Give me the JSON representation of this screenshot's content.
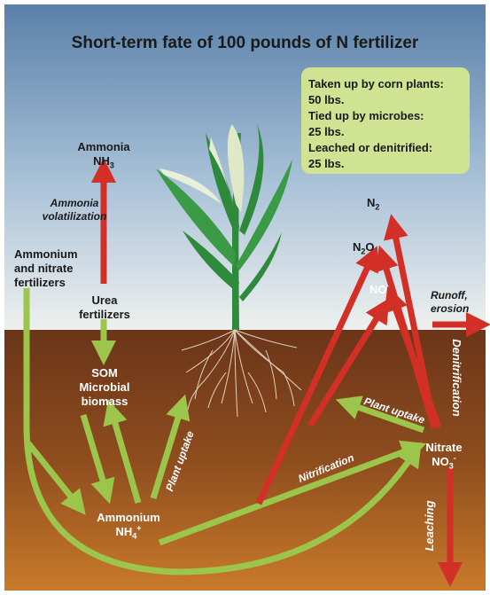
{
  "title": "Short-term fate of 100 pounds of N fertilizer",
  "summary": {
    "line1": "Taken up by corn plants:",
    "line2": "50 lbs.",
    "line3": "Tied up by microbes:",
    "line4": "25 lbs.",
    "line5": "Leached or denitrified:",
    "line6": "25 lbs."
  },
  "labels": {
    "ammonia": "Ammonia",
    "ammonia_formula": "NH",
    "ammonia_sub": "3",
    "ammonia_volatilization_1": "Ammonia",
    "ammonia_volatilization_2": "volatilization",
    "ammonium_nitrate_1": "Ammonium",
    "ammonium_nitrate_2": "and nitrate",
    "ammonium_nitrate_3": "fertilizers",
    "urea_1": "Urea",
    "urea_2": "fertilizers",
    "som_1": "SOM",
    "som_2": "Microbial",
    "som_3": "biomass",
    "ammonium": "Ammonium",
    "ammonium_formula": "NH",
    "ammonium_sub": "4",
    "ammonium_sup": "+",
    "plant_uptake_left": "Plant uptake",
    "nitrification": "Nitrification",
    "plant_uptake_right": "Plant uptake",
    "nitrate": "Nitrate",
    "nitrate_formula": "NO",
    "nitrate_sub": "3",
    "nitrate_sup": "-",
    "denitrification": "Denitrification",
    "leaching": "Leaching",
    "runoff_1": "Runoff,",
    "runoff_2": "erosion",
    "n2": "N",
    "n2_sub": "2",
    "n2o": "N",
    "n2o_sub": "2",
    "n2o_o": "O",
    "no": "NO"
  },
  "colors": {
    "sky_top": "#5a7fa8",
    "sky_bottom": "#e8ecef",
    "soil_top": "#6a3418",
    "soil_bottom": "#c5762a",
    "green_arrow": "#9bc64b",
    "red_arrow": "#d22f27",
    "summary_box": "#cfe392"
  }
}
